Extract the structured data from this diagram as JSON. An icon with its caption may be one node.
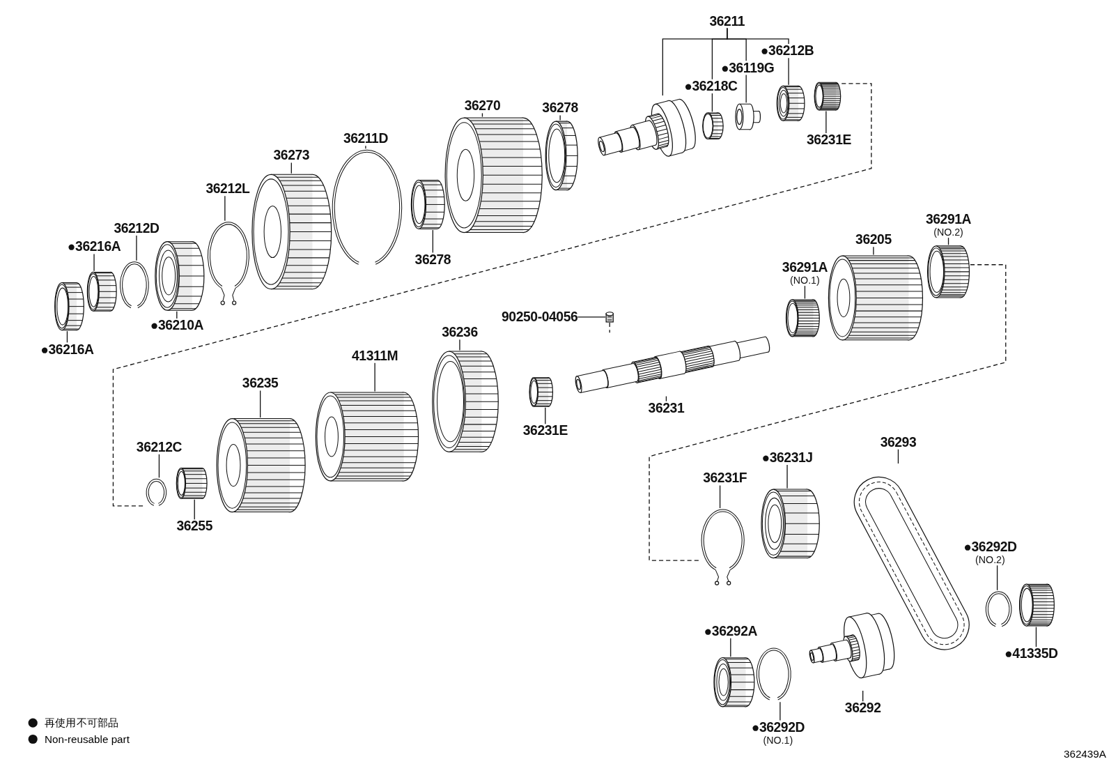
{
  "diagram": {
    "nodes": [
      {
        "text": [
          "36211"
        ]
      },
      {
        "text": [],
        "shape": "picture"
      },
      {
        "text": [
          "●36218C"
        ]
      },
      {
        "text": [],
        "shape": "picture"
      },
      {
        "text": [
          "●36119G"
        ]
      },
      {
        "text": [],
        "shape": "picture"
      },
      {
        "text": [
          "●36212B"
        ]
      },
      {
        "text": [],
        "shape": "picture"
      },
      {
        "text": [
          "36231E"
        ]
      },
      {
        "text": [],
        "shape": "picture"
      },
      {
        "text": [
          "36270"
        ]
      },
      {
        "text": [],
        "shape": "picture"
      },
      {
        "text": [
          "36278"
        ]
      },
      {
        "text": [],
        "shape": "picture"
      },
      {
        "text": [
          "36211D"
        ]
      },
      {
        "text": [],
        "shape": "picture"
      },
      {
        "text": [
          "36273"
        ]
      },
      {
        "text": [],
        "shape": "picture"
      },
      {
        "text": [
          "36212L"
        ]
      },
      {
        "text": [],
        "shape": "picture"
      },
      {
        "text": [
          "36212D"
        ]
      },
      {
        "text": [],
        "shape": "picture"
      },
      {
        "text": [
          "●36216A"
        ]
      },
      {
        "text": [],
        "shape": "picture"
      },
      {
        "text": [
          "36278"
        ]
      },
      {
        "text": [],
        "shape": "picture"
      },
      {
        "text": [
          "●36210A"
        ]
      },
      {
        "text": [],
        "shape": "picture"
      },
      {
        "text": [
          "●36216A"
        ]
      },
      {
        "text": [],
        "shape": "picture"
      },
      {
        "text": [
          "36291A",
          "(NO.2)"
        ]
      },
      {
        "text": [],
        "shape": "picture"
      },
      {
        "text": [
          "36205"
        ]
      },
      {
        "text": [],
        "shape": "picture"
      },
      {
        "text": [
          "36291A",
          "(NO.1)"
        ]
      },
      {
        "text": [],
        "shape": "picture"
      },
      {
        "text": [
          "90250-04056"
        ]
      },
      {
        "text": [],
        "shape": "picture"
      },
      {
        "text": [
          "36236"
        ]
      },
      {
        "text": [],
        "shape": "picture"
      },
      {
        "text": [
          "41311M"
        ]
      },
      {
        "text": [],
        "shape": "picture"
      },
      {
        "text": [
          "36231"
        ]
      },
      {
        "text": [],
        "shape": "picture"
      },
      {
        "text": [
          "36235"
        ]
      },
      {
        "text": [],
        "shape": "picture"
      },
      {
        "text": [
          "36231E"
        ]
      },
      {
        "text": [],
        "shape": "picture"
      },
      {
        "text": [
          "36212C"
        ]
      },
      {
        "text": [],
        "shape": "picture"
      },
      {
        "text": [
          "36255"
        ]
      },
      {
        "text": [],
        "shape": "picture"
      },
      {
        "text": [
          "36293"
        ]
      },
      {
        "text": [],
        "shape": "picture"
      },
      {
        "text": [
          "●36231J"
        ]
      },
      {
        "text": [],
        "shape": "picture"
      },
      {
        "text": [
          "36231F"
        ]
      },
      {
        "text": [],
        "shape": "picture"
      },
      {
        "text": [
          "●36292D",
          "(NO.2)"
        ]
      },
      {
        "text": [],
        "shape": "picture"
      },
      {
        "text": [
          "●36292A"
        ]
      },
      {
        "text": [],
        "shape": "picture"
      },
      {
        "text": [
          "36292"
        ]
      },
      {
        "text": [],
        "shape": "picture"
      },
      {
        "text": [
          "●36292D",
          "(NO.1)"
        ]
      },
      {
        "text": [],
        "shape": "picture"
      },
      {
        "text": [
          "●41335D"
        ]
      },
      {
        "text": [],
        "shape": "picture"
      }
    ],
    "edges": [
      {
        "from": 0,
        "to": 1,
        "arrow": "none"
      },
      {
        "from": 0,
        "to": 2,
        "arrow": "none"
      },
      {
        "from": 0,
        "to": 4,
        "arrow": "none"
      },
      {
        "from": 0,
        "to": 6,
        "arrow": "none"
      },
      {
        "from": 2,
        "to": 3,
        "arrow": "none"
      },
      {
        "from": 4,
        "to": 5,
        "arrow": "none"
      },
      {
        "from": 6,
        "to": 7,
        "arrow": "none"
      },
      {
        "from": 8,
        "to": 9,
        "arrow": "none"
      },
      {
        "from": 10,
        "to": 11,
        "arrow": "none"
      },
      {
        "from": 12,
        "to": 13,
        "arrow": "none"
      },
      {
        "from": 14,
        "to": 15,
        "arrow": "none"
      },
      {
        "from": 16,
        "to": 17,
        "arrow": "none"
      },
      {
        "from": 18,
        "to": 19,
        "arrow": "none"
      },
      {
        "from": 20,
        "to": 21,
        "arrow": "none"
      },
      {
        "from": 22,
        "to": 23,
        "arrow": "none"
      },
      {
        "from": 24,
        "to": 25,
        "arrow": "none"
      },
      {
        "from": 26,
        "to": 27,
        "arrow": "none"
      },
      {
        "from": 28,
        "to": 29,
        "arrow": "none"
      },
      {
        "from": 30,
        "to": 31,
        "arrow": "none"
      },
      {
        "from": 32,
        "to": 33,
        "arrow": "none"
      },
      {
        "from": 34,
        "to": 35,
        "arrow": "none"
      },
      {
        "from": 36,
        "to": 37,
        "arrow": "none"
      },
      {
        "from": 38,
        "to": 39,
        "arrow": "none"
      },
      {
        "from": 40,
        "to": 41,
        "arrow": "none"
      },
      {
        "from": 42,
        "to": 43,
        "arrow": "none"
      },
      {
        "from": 44,
        "to": 45,
        "arrow": "none"
      },
      {
        "from": 46,
        "to": 47,
        "arrow": "none"
      },
      {
        "from": 48,
        "to": 49,
        "arrow": "none"
      },
      {
        "from": 50,
        "to": 51,
        "arrow": "none"
      },
      {
        "from": 52,
        "to": 53,
        "arrow": "none"
      },
      {
        "from": 54,
        "to": 55,
        "arrow": "none"
      },
      {
        "from": 56,
        "to": 57,
        "arrow": "none"
      },
      {
        "from": 58,
        "to": 59,
        "arrow": "none"
      },
      {
        "from": 60,
        "to": 61,
        "arrow": "none"
      },
      {
        "from": 62,
        "to": 63,
        "arrow": "none"
      },
      {
        "from": 64,
        "to": 65,
        "arrow": "none"
      },
      {
        "from": 66,
        "to": 67,
        "arrow": "none"
      },
      {
        "from": 9,
        "to": 49,
        "arrow": "none",
        "style": "dashed"
      },
      {
        "from": 31,
        "to": 57,
        "arrow": "none",
        "style": "dashed"
      },
      {
        "from": 37,
        "to": 43,
        "arrow": "none",
        "style": "dashed"
      }
    ],
    "labels": [
      "362439A"
    ],
    "legend": [
      {
        "text": "再使用不可部品"
      },
      {
        "text": "Non-reusable part"
      }
    ]
  }
}
